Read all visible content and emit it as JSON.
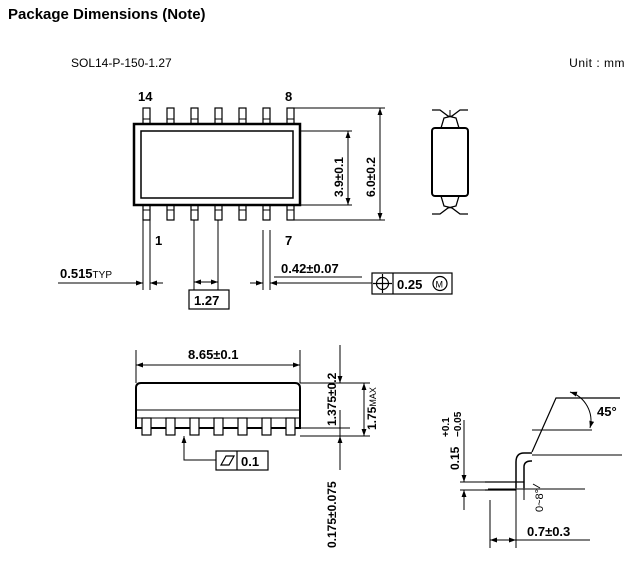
{
  "title": "Package Dimensions (Note)",
  "package_code": "SOL14-P-150-1.27",
  "unit_label": "Unit : mm",
  "top_view": {
    "pin_top_left": "14",
    "pin_top_right": "8",
    "pin_bottom_left": "1",
    "pin_bottom_right": "7",
    "body_width": "3.9±0.1",
    "total_width": "6.0±0.2",
    "lead_offset": "0.515",
    "lead_offset_suffix": "TYP",
    "lead_width": "0.42±0.07",
    "pitch": "1.27",
    "position_tolerance": "0.25",
    "tolerance_modifier": "M"
  },
  "side_view": {
    "body_length": "8.65±0.1",
    "body_height": "1.375±0.2",
    "max_height": "1.75",
    "max_suffix": "MAX",
    "standoff": "0.175±0.075",
    "flatness": "0.1"
  },
  "lead_detail": {
    "angle": "45°",
    "thickness": "0.15",
    "thickness_tol_plus": "+0.1",
    "thickness_tol_minus": "−0.05",
    "lead_angle": "0~8°",
    "lead_length": "0.7±0.3"
  }
}
